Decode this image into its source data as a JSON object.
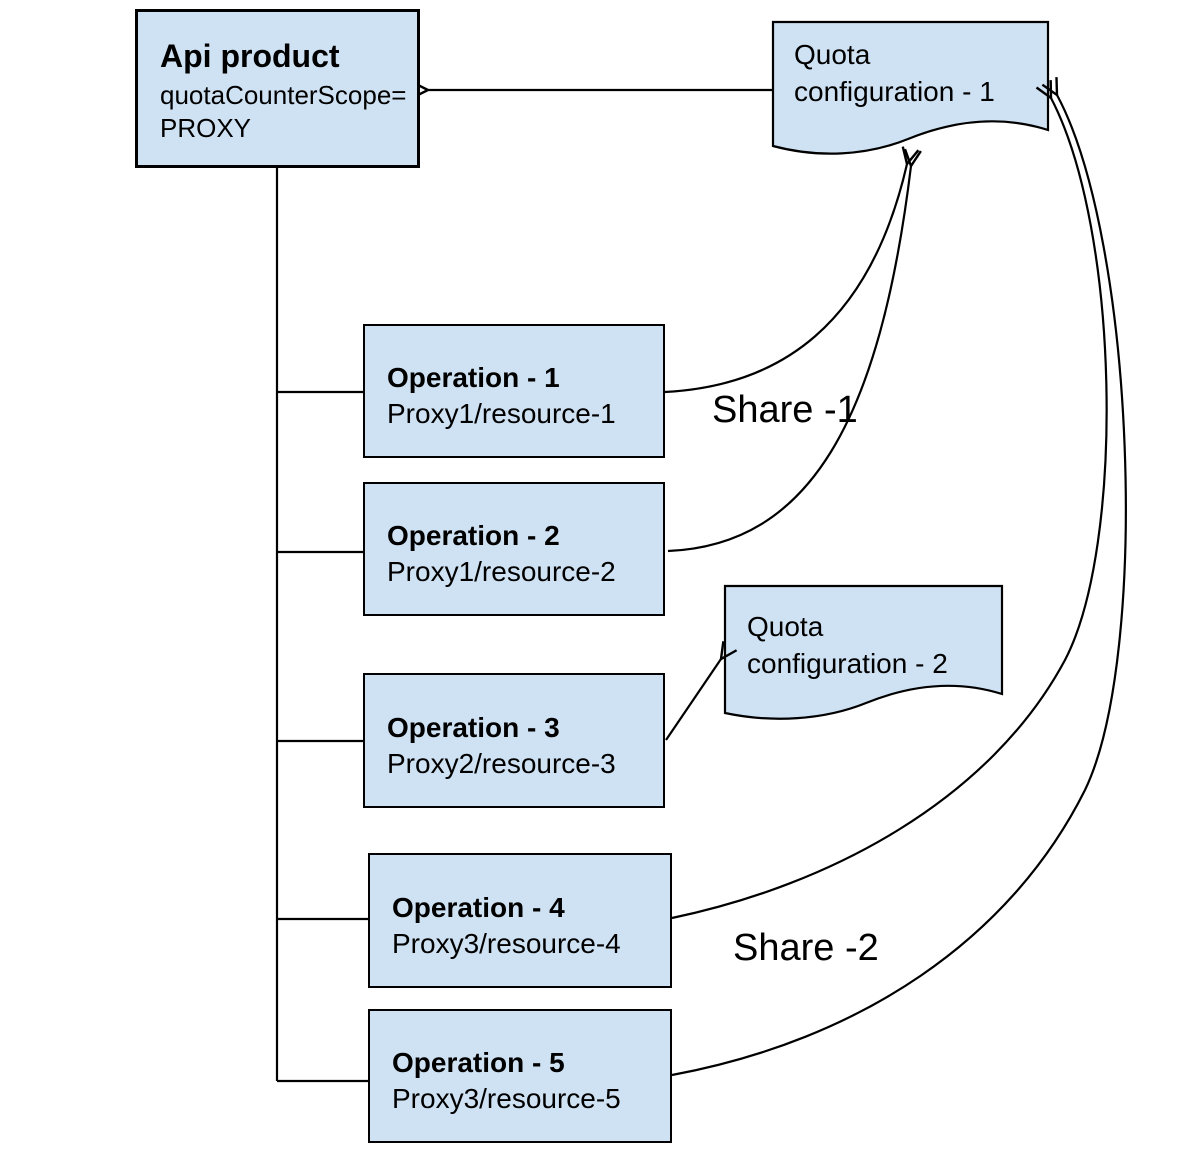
{
  "diagram": {
    "colors": {
      "background": "#ffffff",
      "node_fill": "#cfe2f3",
      "node_border": "#000000",
      "connector": "#000000",
      "text": "#000000"
    },
    "api_product": {
      "title": "Api product",
      "attribute_line1": "quotaCounterScope=",
      "attribute_line2": "PROXY"
    },
    "quota_configurations": [
      {
        "line1": "Quota",
        "line2": "configuration - 1"
      },
      {
        "line1": "Quota",
        "line2": "configuration - 2"
      }
    ],
    "operations": [
      {
        "title": "Operation - 1",
        "resource": "Proxy1/resource-1"
      },
      {
        "title": "Operation - 2",
        "resource": "Proxy1/resource-2"
      },
      {
        "title": "Operation - 3",
        "resource": "Proxy2/resource-3"
      },
      {
        "title": "Operation - 4",
        "resource": "Proxy3/resource-4"
      },
      {
        "title": "Operation - 5",
        "resource": "Proxy3/resource-5"
      }
    ],
    "labels": {
      "share1": "Share -1",
      "share2": "Share -2"
    }
  }
}
